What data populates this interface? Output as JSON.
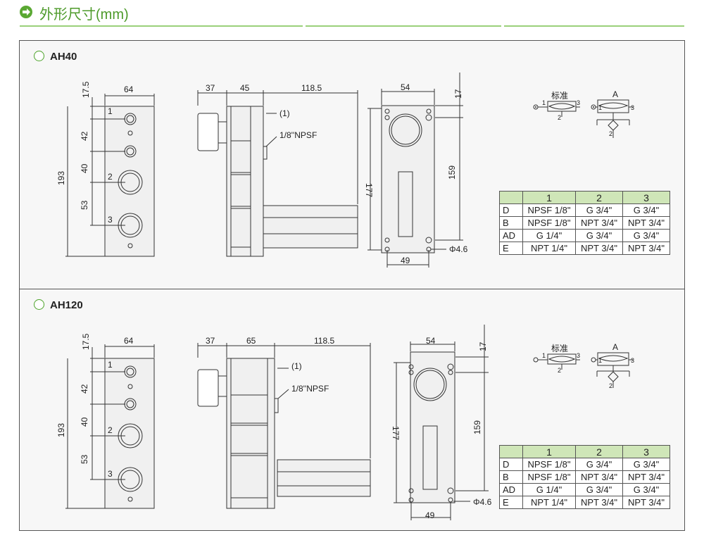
{
  "header": {
    "title": "外形尺寸(mm)"
  },
  "sections": [
    {
      "title": "AH40",
      "dims": {
        "top": "17.5",
        "w64": "64",
        "h193": "193",
        "d42": "42",
        "d40": "40",
        "d53": "53",
        "p1": "1",
        "p2": "2",
        "p3": "3",
        "s37": "37",
        "s45": "45",
        "s118": "118.5",
        "note1": "(1)",
        "npsf": "1/8''NPSF",
        "r54": "54",
        "r17": "17",
        "r177": "177",
        "r159": "159",
        "r46": "Φ4.6",
        "r49": "49"
      },
      "symbols": {
        "std": "标准",
        "a": "A",
        "n1": "1",
        "n2": "2",
        "n3": "3"
      },
      "table": {
        "headers": [
          "",
          "1",
          "2",
          "3"
        ],
        "rows": [
          [
            "D",
            "NPSF 1/8\"",
            "G 3/4\"",
            "G 3/4\""
          ],
          [
            "B",
            "NPSF 1/8\"",
            "NPT 3/4\"",
            "NPT 3/4\""
          ],
          [
            "AD",
            "G 1/4\"",
            "G 3/4\"",
            "G 3/4\""
          ],
          [
            "E",
            "NPT 1/4\"",
            "NPT 3/4\"",
            "NPT 3/4\""
          ]
        ]
      }
    },
    {
      "title": "AH120",
      "dims": {
        "top": "17.5",
        "w64": "64",
        "h193": "193",
        "d42": "42",
        "d40": "40",
        "d53": "53",
        "p1": "1",
        "p2": "2",
        "p3": "3",
        "s37": "37",
        "s45": "65",
        "s118": "118.5",
        "note1": "(1)",
        "npsf": "1/8''NPSF",
        "r54": "54",
        "r17": "17",
        "r177": "177",
        "r159": "159",
        "r46": "Φ4.6",
        "r49": "49"
      },
      "symbols": {
        "std": "标准",
        "a": "A",
        "n1": "1",
        "n2": "2",
        "n3": "3"
      },
      "table": {
        "headers": [
          "",
          "1",
          "2",
          "3"
        ],
        "rows": [
          [
            "D",
            "NPSF 1/8\"",
            "G 3/4\"",
            "G 3/4\""
          ],
          [
            "B",
            "NPSF 1/8\"",
            "NPT 3/4\"",
            "NPT 3/4\""
          ],
          [
            "AD",
            "G 1/4\"",
            "G 3/4\"",
            "G 3/4\""
          ],
          [
            "E",
            "NPT 1/4\"",
            "NPT 3/4\"",
            "NPT 3/4\""
          ]
        ]
      }
    }
  ]
}
